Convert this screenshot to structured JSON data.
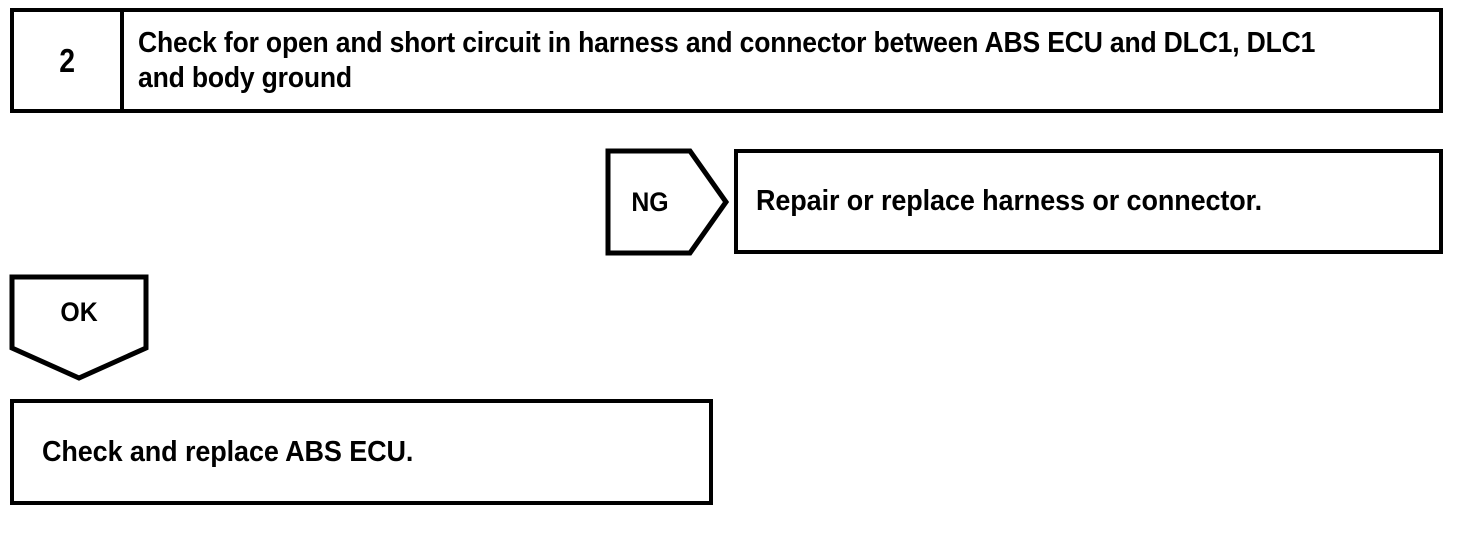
{
  "diagram": {
    "type": "troubleshooting-flowchart",
    "line_color": "#000000",
    "background_color": "#ffffff",
    "step": {
      "number": "2",
      "instruction": "Check for open and short circuit in harness and connector between ABS ECU and DLC1, DLC1 and body ground"
    },
    "branches": [
      {
        "label": "NG",
        "direction": "right",
        "result": "Repair or replace harness or connector."
      },
      {
        "label": "OK",
        "direction": "down",
        "result": "Check and replace ABS ECU."
      }
    ],
    "ng_label": "NG",
    "ng_result": "Repair or replace harness or connector.",
    "ok_label": "OK",
    "ok_result": "Check and replace ABS ECU."
  }
}
